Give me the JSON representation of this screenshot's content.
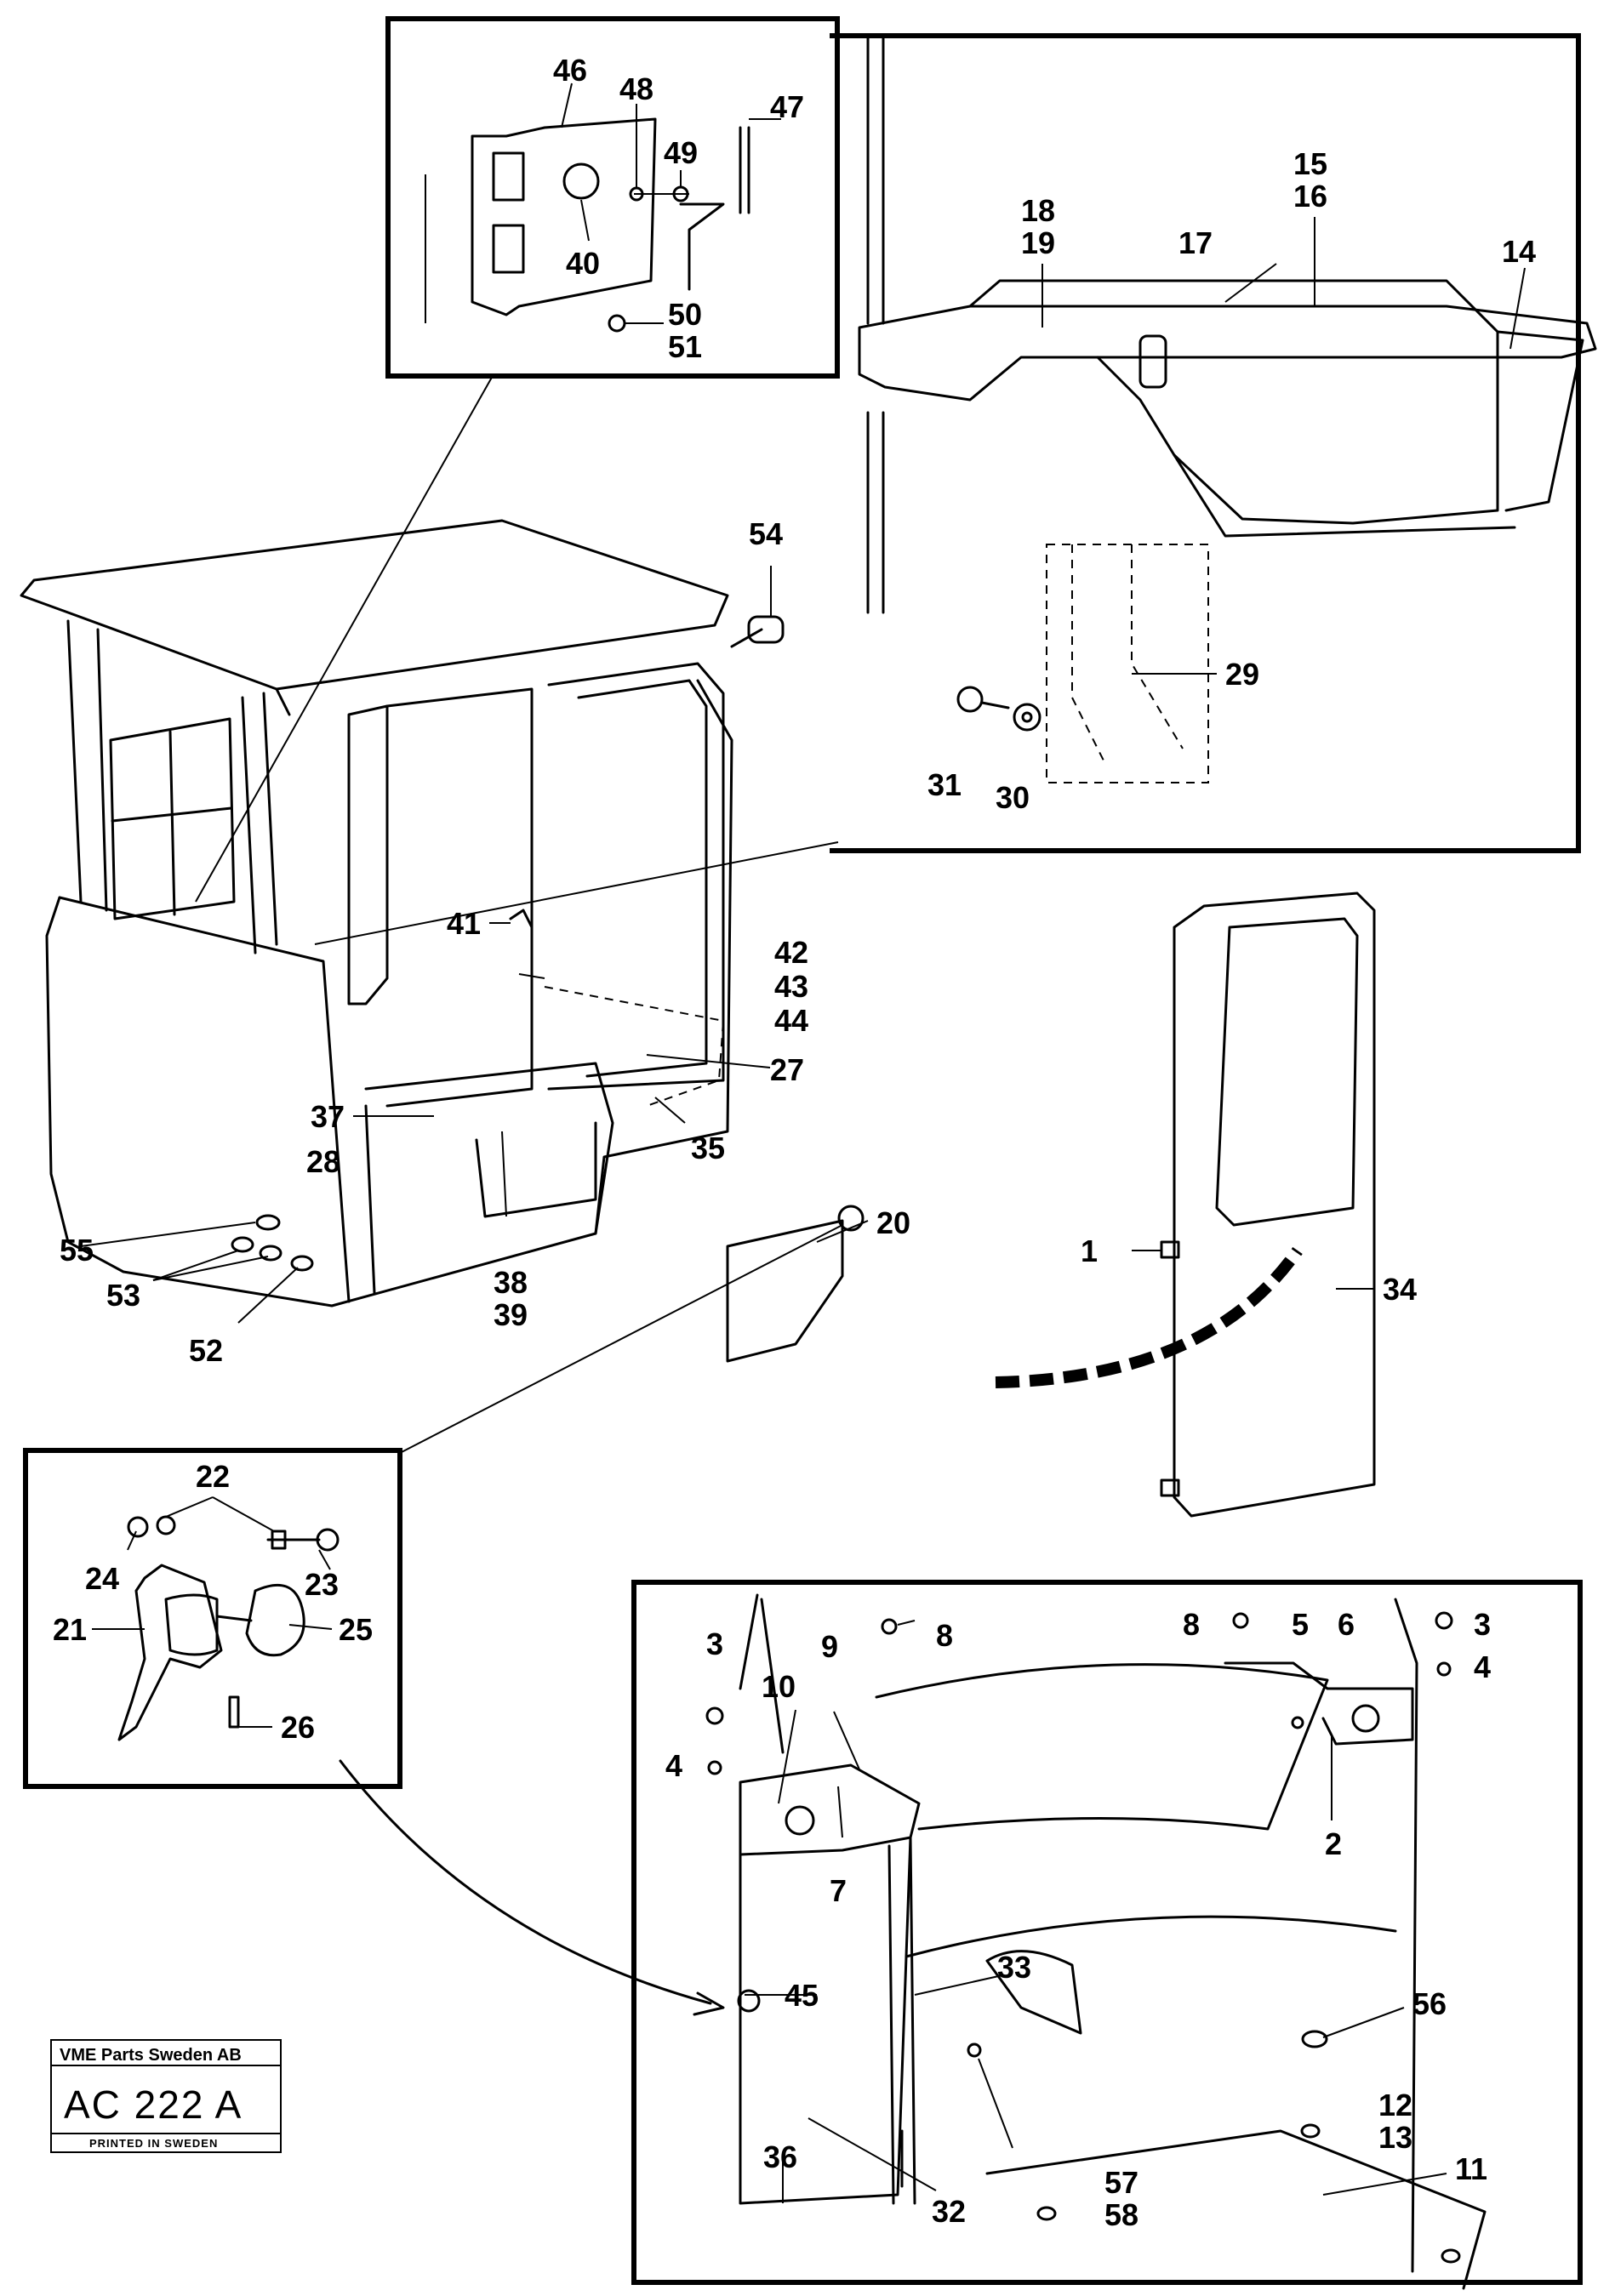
{
  "stamp": {
    "company": "VME Parts Sweden AB",
    "code": "AC 222 A",
    "printed": "PRINTED IN SWEDEN"
  },
  "labels": {
    "n46": "46",
    "n48": "48",
    "n47": "47",
    "n49": "49",
    "n40": "40",
    "n50": "50",
    "n51": "51",
    "n15": "15",
    "n16": "16",
    "n18": "18",
    "n19": "19",
    "n17": "17",
    "n14": "14",
    "n29": "29",
    "n31": "31",
    "n30": "30",
    "n54": "54",
    "n41": "41",
    "n42": "42",
    "n43": "43",
    "n44": "44",
    "n27": "27",
    "n37": "37",
    "n35": "35",
    "n28": "28",
    "n20": "20",
    "n55": "55",
    "n53": "53",
    "n38": "38",
    "n39": "39",
    "n52": "52",
    "n1": "1",
    "n34": "34",
    "n22": "22",
    "n24": "24",
    "n23": "23",
    "n21": "21",
    "n25": "25",
    "n26": "26",
    "n3a": "3",
    "n8a": "8",
    "n10": "10",
    "n9": "9",
    "n4a": "4",
    "n7": "7",
    "n8b": "8",
    "n5": "5",
    "n6": "6",
    "n3b": "3",
    "n4b": "4",
    "n2": "2",
    "n33": "33",
    "n45": "45",
    "n56": "56",
    "n12": "12",
    "n13": "13",
    "n11": "11",
    "n36": "36",
    "n32": "32",
    "n57": "57",
    "n58": "58"
  }
}
